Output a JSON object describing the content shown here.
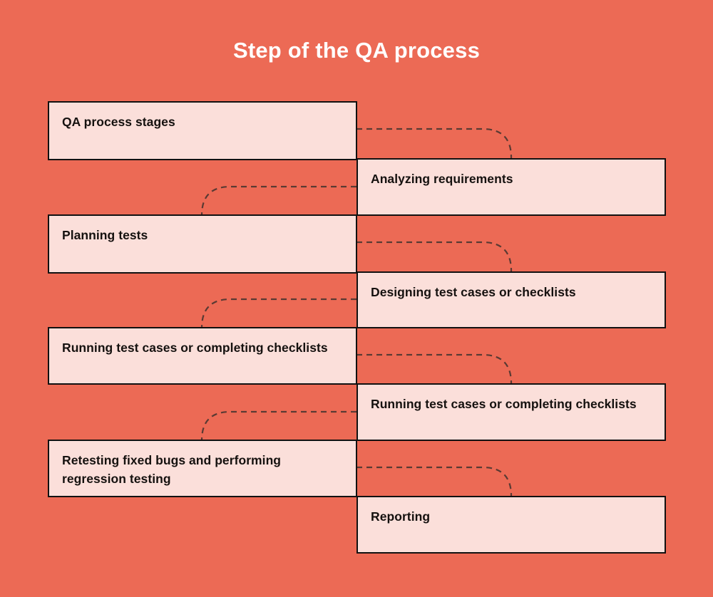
{
  "page": {
    "title": "Step of the QA process",
    "background_color": "#ec6a55",
    "box_fill_color": "#fbdfda",
    "box_border_color": "#111111",
    "title_color": "#ffffff",
    "connector_color": "#5a3a33"
  },
  "diagram": {
    "type": "zigzag-flow",
    "steps": [
      {
        "index": 1,
        "column": "left",
        "label": "QA process stages"
      },
      {
        "index": 2,
        "column": "right",
        "label": "Analyzing requirements"
      },
      {
        "index": 3,
        "column": "left",
        "label": "Planning tests"
      },
      {
        "index": 4,
        "column": "right",
        "label": "Designing test cases or checklists"
      },
      {
        "index": 5,
        "column": "left",
        "label": "Running test cases or completing checklists"
      },
      {
        "index": 6,
        "column": "right",
        "label": "Running test cases or completing checklists"
      },
      {
        "index": 7,
        "column": "left",
        "label": "Retesting fixed bugs and performing regression testing"
      },
      {
        "index": 8,
        "column": "right",
        "label": "Reporting"
      }
    ],
    "connectors": [
      {
        "from_step": 1,
        "to_step": 2,
        "direction": "left-to-right"
      },
      {
        "from_step": 2,
        "to_step": 3,
        "direction": "right-to-left"
      },
      {
        "from_step": 3,
        "to_step": 4,
        "direction": "left-to-right"
      },
      {
        "from_step": 4,
        "to_step": 5,
        "direction": "right-to-left"
      },
      {
        "from_step": 5,
        "to_step": 6,
        "direction": "left-to-right"
      },
      {
        "from_step": 6,
        "to_step": 7,
        "direction": "right-to-left"
      },
      {
        "from_step": 7,
        "to_step": 8,
        "direction": "left-to-right"
      }
    ]
  }
}
